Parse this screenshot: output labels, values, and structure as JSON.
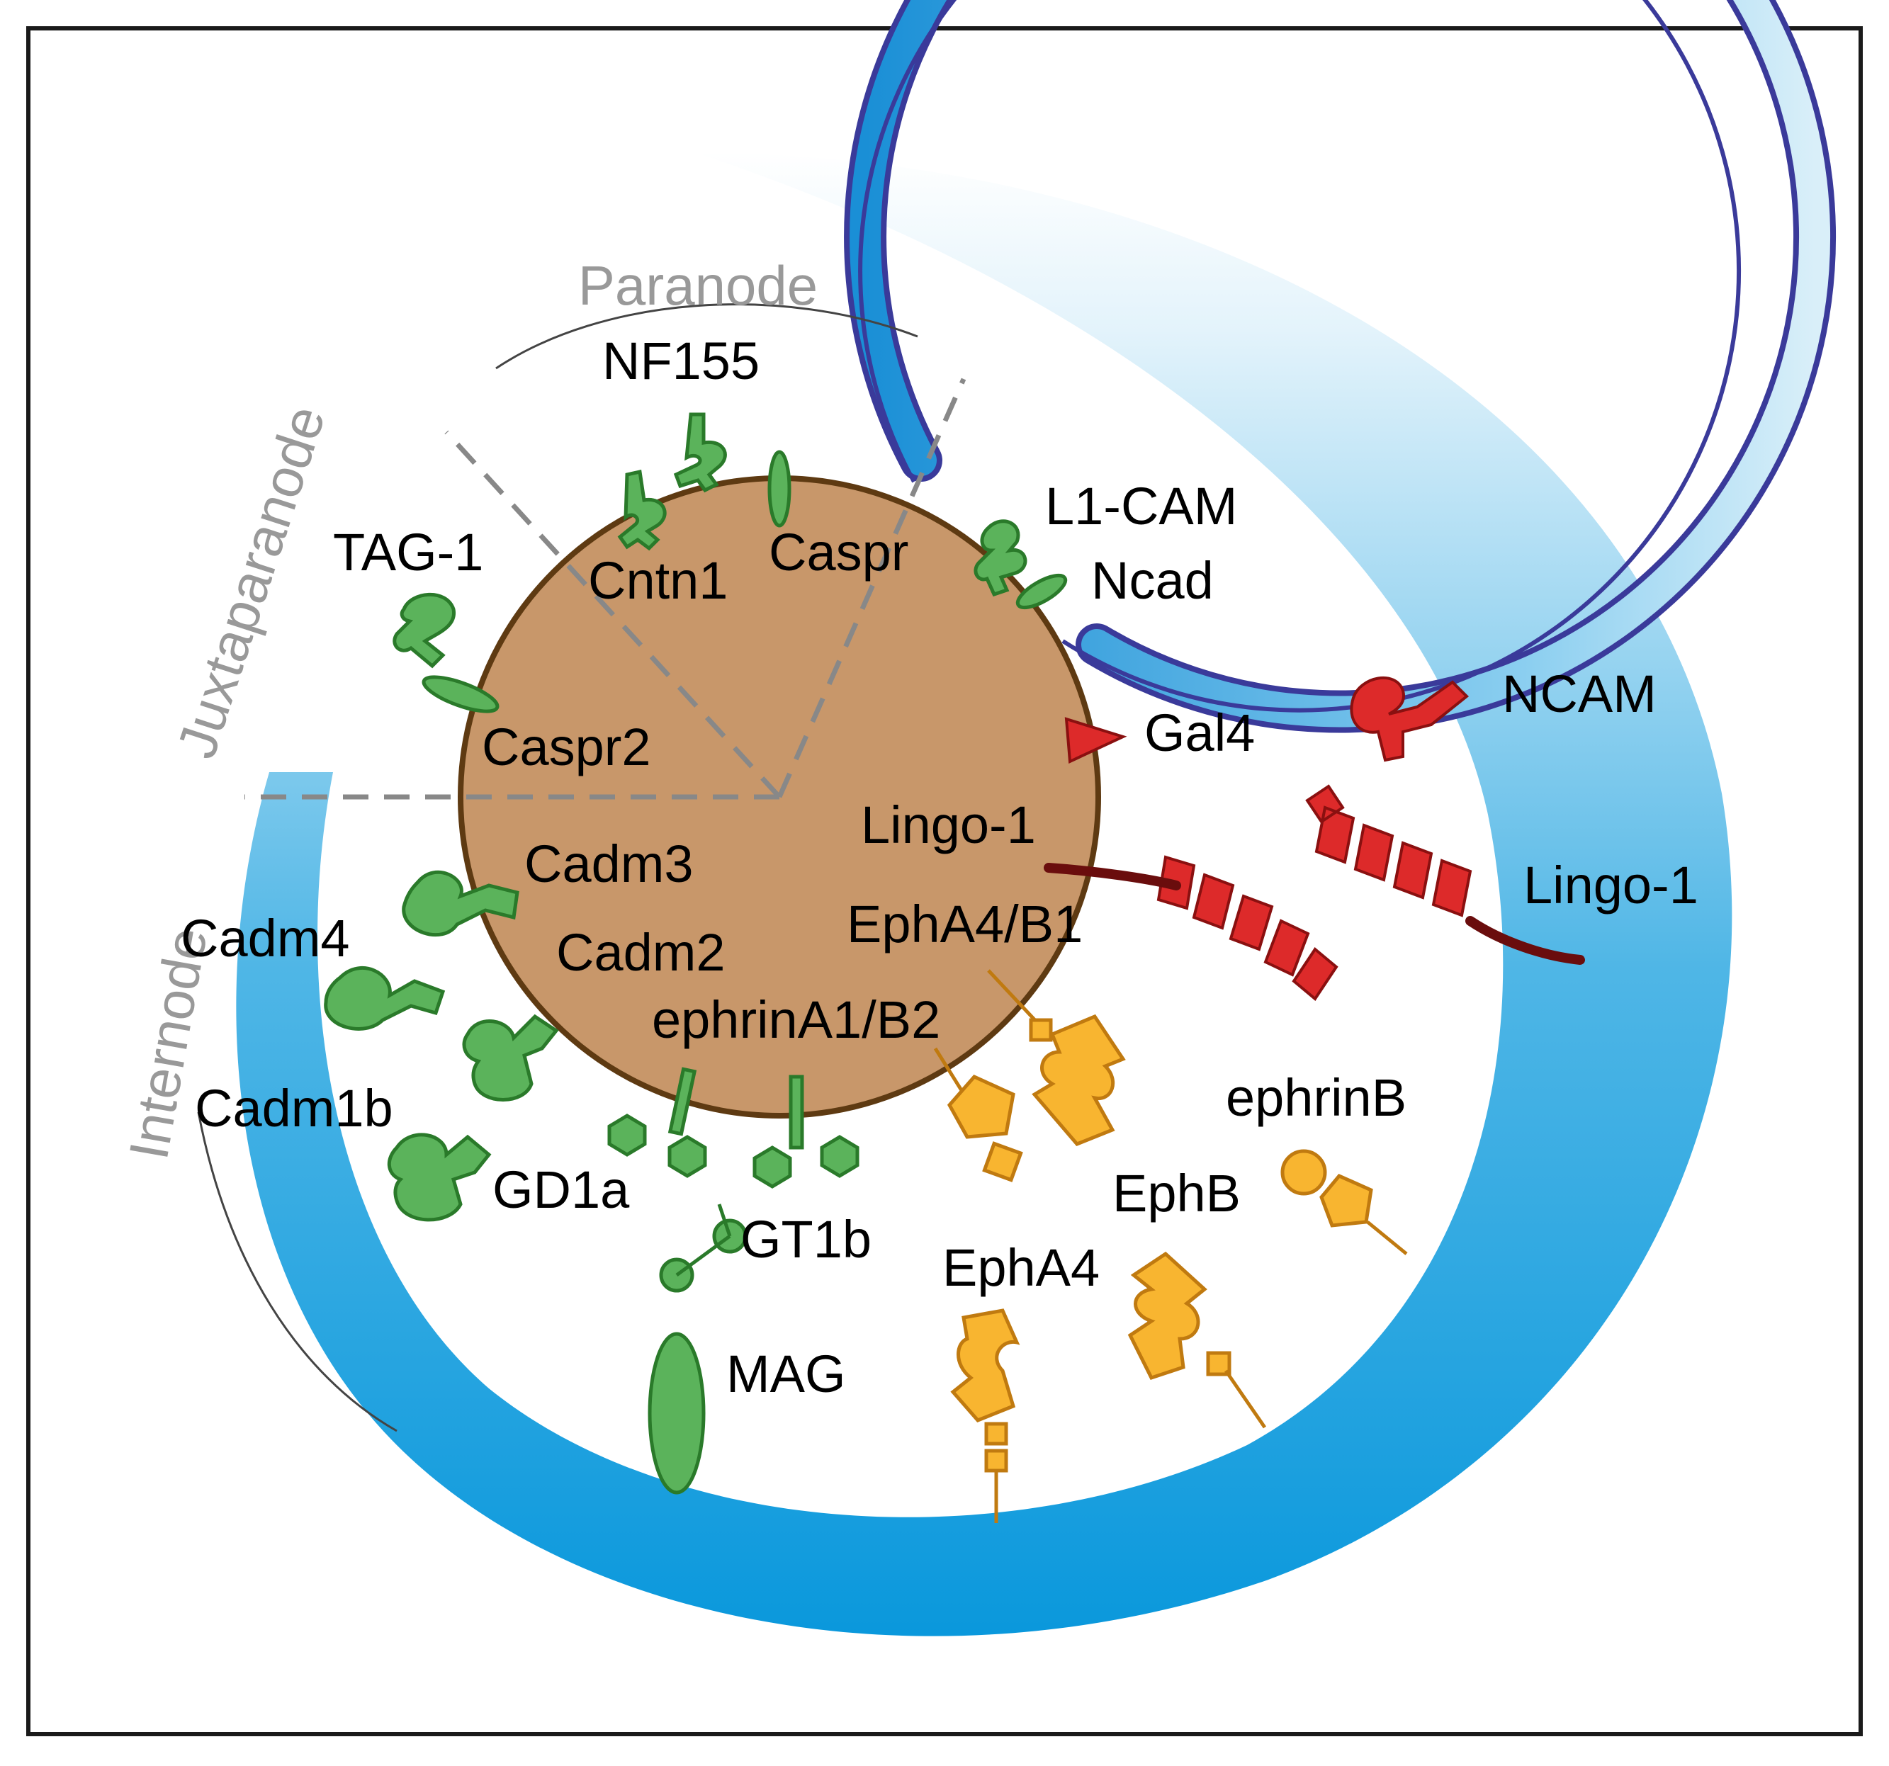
{
  "regions": {
    "paranode": "Paranode",
    "juxtaparanode": "Juxtaparanode",
    "internode": "Internode"
  },
  "labels": {
    "nf155": "NF155",
    "tag1": "TAG-1",
    "cntn1": "Cntn1",
    "caspr": "Caspr",
    "l1cam": "L1-CAM",
    "ncad": "Ncad",
    "caspr2": "Caspr2",
    "gal4": "Gal4",
    "ncam": "NCAM",
    "lingo1_axon": "Lingo-1",
    "lingo1_glia": "Lingo-1",
    "cadm3": "Cadm3",
    "cadm4": "Cadm4",
    "cadm2": "Cadm2",
    "epha4b1": "EphA4/B1",
    "ephrina1b2": "ephrinA1/B2",
    "cadm1b": "Cadm1b",
    "ephrinb": "ephrinB",
    "gd1a": "GD1a",
    "gt1b": "GT1b",
    "ephb": "EphB",
    "epha4": "EphA4",
    "mag": "MAG"
  },
  "colors": {
    "axon_fill": "#c8976a",
    "axon_stroke": "#5e3a12",
    "myelin_blue": "#0099dd",
    "myelin_edge": "#3a3a9a",
    "adhesion_green": "#5bb35b",
    "adhesion_green_stroke": "#2a7a2a",
    "lingo_red": "#dd2a2a",
    "eph_orange": "#f8b530",
    "eph_orange_stroke": "#c07a10",
    "region_gray": "#999999",
    "divider_gray": "#888888"
  },
  "icons": {
    "axon": "circle",
    "myelin": "spiral-sheath",
    "gangliosides": "hexagon-glycan",
    "eph_receptor": "notched-block",
    "ephrin": "pentagon"
  }
}
